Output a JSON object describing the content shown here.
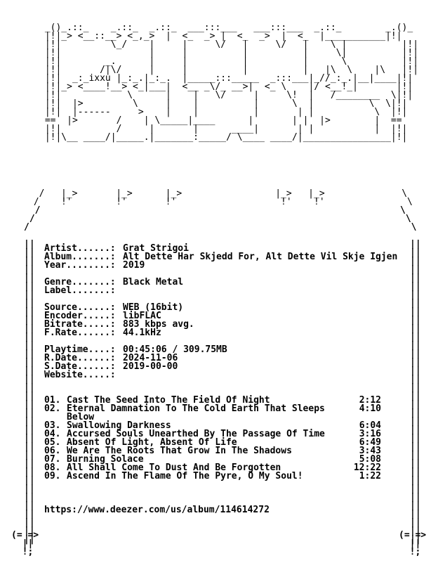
{
  "details": {
    "artist_key": "Artist......:",
    "artist": "Grat Strigoi",
    "album_key": "Album.......:",
    "album": "Alt Dette Har Skjedd For, Alt Dette Vil Skje Igjen",
    "year_key": "Year........:",
    "year": "2019",
    "genre_key": "Genre.......:",
    "genre": "Black Metal",
    "label_key": "Label.......:",
    "label": "",
    "source_key": "Source......:",
    "source": "WEB (16bit)",
    "encoder_key": "Encoder.....:",
    "encoder": "libFLAC",
    "bitrate_key": "Bitrate.....:",
    "bitrate": "883 kbps avg.",
    "frate_key": "F.Rate......:",
    "frate": "44.1kHz",
    "playtime_key": "Playtime....:",
    "playtime": "00:45:06 / 309.75MB",
    "rdate_key": "R.Date......:",
    "rdate": "2024-11-06",
    "sdate_key": "S.Date......:",
    "sdate": "2019-00-00",
    "website_key": "Website.....:",
    "website": ""
  },
  "tracks": [
    {
      "no": "01.",
      "title": "Cast The Seed Into The Field Of Night",
      "time": "2:12"
    },
    {
      "no": "02.",
      "title": "Eternal Damnation To The Cold Earth That Sleeps",
      "title_cont": "Below",
      "time": "4:10"
    },
    {
      "no": "03.",
      "title": "Swallowing Darkness",
      "time": "6:04"
    },
    {
      "no": "04.",
      "title": "Accursed Souls Unearthed By The Passage Of Time",
      "time": "3:16"
    },
    {
      "no": "05.",
      "title": "Absent Of Light, Absent Of Life",
      "time": "6:49"
    },
    {
      "no": "06.",
      "title": "We Are The Roots That Grow In The Shadows",
      "time": "3:43"
    },
    {
      "no": "07.",
      "title": "Burning Solace",
      "time": "5:08"
    },
    {
      "no": "08.",
      "title": "All Shall Come To Dust And Be Forgotten",
      "time": "12:22"
    },
    {
      "no": "09.",
      "title": "Ascend In The Flame Of The Pyre, O My Soul!",
      "time": "1:22"
    }
  ],
  "link": "https://www.deezer.com/us/album/114614272",
  "ascii": {
    "logo": " _()_.::_    _.::_  _.::_  ___:::___   ___:::___  _.::_        _.()_\n |!|_> <__::__> <_,_>  |  <_  _> |  <_  _>  |  <_  |___________|!|\n |!|         \\_/    |     |     \\/   |     \\/   |    \\ |          |!|\n |!|                |     |          |          |     \\|          |!|\n |!|        _.      |     |          |          |      \\          |!|\n |!|       /|\\/     |     |          |          |   |\\  \\    |\\   |!|\n |!|  _:_ixxu |_:_.|_:_.  |_____:::_____  _:::___|_//_:_.|__|____|!|\n |!|_> <____!__> <_|___|  <__ _\\/_ __>|  <_ \\    |/ <__!_|       |!|\n |!|            \\      |    |   \\/     |     \\!  |   /________  \\|!|\n |!|  |>         \\     |    |          |      \\  |          \\  \\|!|\n |!|  |------     >    |    |          |       | |           \\  |!|\n ==  |>       /    | \\_____|____      |       | |  |>        |  ==\n |!|          /     |       |      ____|       | |           |  |!|\n |!|\\__ ____/|_____.|_______:_____/ \\____ ____/|________________|!|",
    "logo_tail": "  /   |_>       |_>      |_>                 |_>   |_>              \\\n /    !'        !'       !'                   !'    !'               \\",
    "frame_left": " /\n/\n||\n||\n||\n||",
    "ends_left": "(= =>\n  ||\n  !;",
    "ends_right": "(= =>\n  ||\n  !;"
  }
}
